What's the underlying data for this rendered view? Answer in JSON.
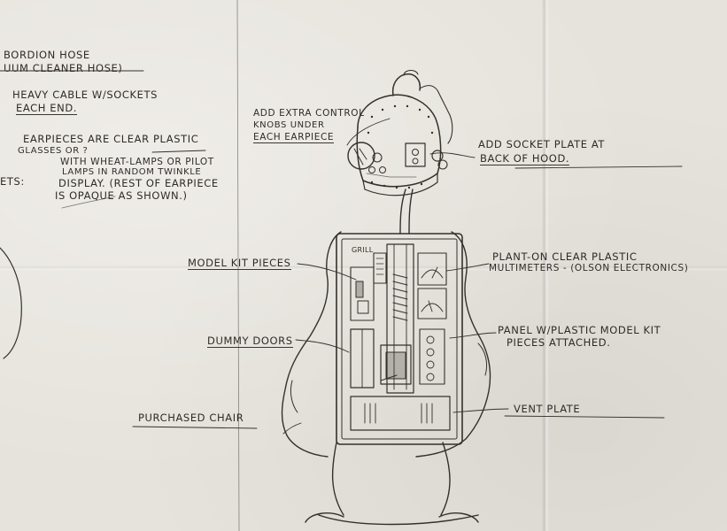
{
  "notes": {
    "hose_1": "BORDION HOSE",
    "hose_2": "UUM CLEANER HOSE)",
    "cable_1": "HEAVY CABLE W/SOCKETS",
    "cable_2": "EACH END.",
    "ear_1": "EARPIECES ARE CLEAR PLASTIC",
    "ear_2": "GLASSES OR ?",
    "ear_3": "WITH WHEAT-LAMPS OR PILOT",
    "ear_4": "LAMPS IN RANDOM TWINKLE",
    "ear_5": "DISPLAY. (REST OF EARPIECE",
    "ear_6": "IS OPAQUE AS SHOWN.)",
    "ets": "ETS:",
    "control_1": "ADD EXTRA CONTROL",
    "control_2": "KNOBS UNDER",
    "control_3": "EACH EARPIECE",
    "socket_1": "ADD SOCKET PLATE AT",
    "socket_2": "BACK OF HOOD.",
    "model_kit": "MODEL KIT PIECES",
    "grill": "GRILL",
    "plant_1": "PLANT-ON CLEAR PLASTIC",
    "plant_2": "MULTIMETERS - (OLSON ELECTRONICS)",
    "panel_1": "PANEL W/PLASTIC MODEL KIT",
    "panel_2": "PIECES ATTACHED.",
    "dummy_doors": "DUMMY DOORS",
    "chair": "PURCHASED CHAIR",
    "vent": "VENT PLATE"
  },
  "colors": {
    "paper": "#e6e3dc",
    "pencil": "#2f2c28"
  }
}
